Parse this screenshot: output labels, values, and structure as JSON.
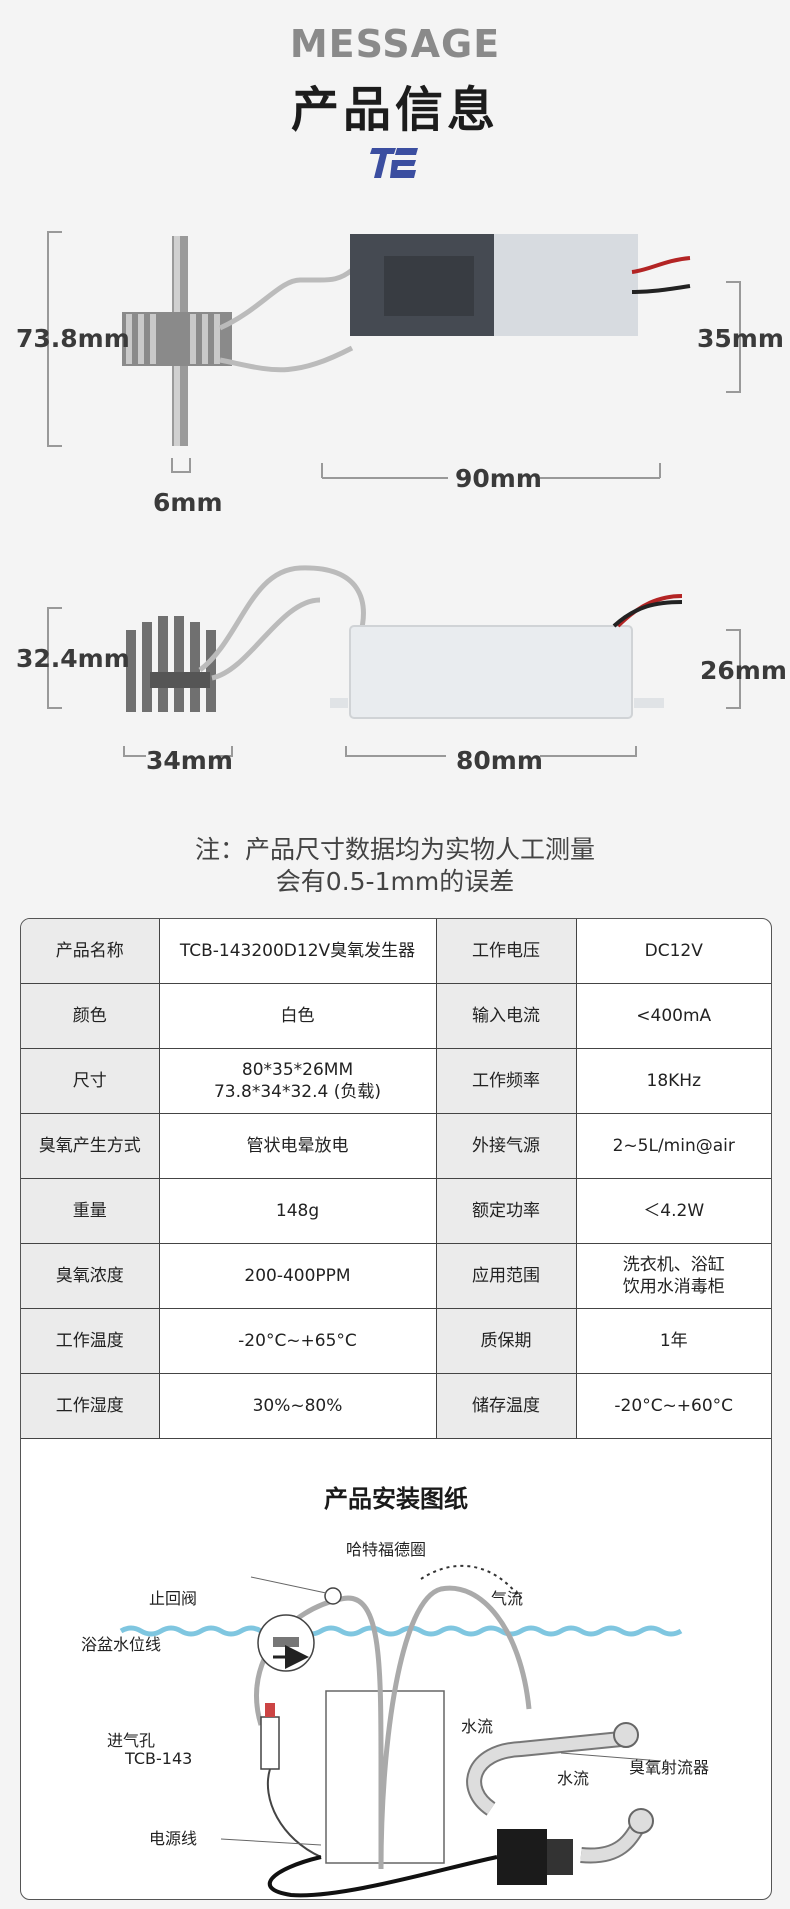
{
  "header": {
    "eyebrow": "MESSAGE",
    "title": "产品信息"
  },
  "dimensions": {
    "top_height_left": "73.8mm",
    "top_height_right": "35mm",
    "top_width_tube": "6mm",
    "top_width_box": "90mm",
    "side_height_left": "32.4mm",
    "side_height_right": "26mm",
    "side_width_sink": "34mm",
    "side_width_box": "80mm"
  },
  "note": {
    "line1": "注：产品尺寸数据均为实物人工测量",
    "line2": "会有0.5-1mm的误差"
  },
  "specs": [
    {
      "k1": "产品名称",
      "v1": "TCB-143200D12V臭氧发生器",
      "k2": "工作电压",
      "v2": "DC12V"
    },
    {
      "k1": "颜色",
      "v1": "白色",
      "k2": "输入电流",
      "v2": "<400mA"
    },
    {
      "k1": "尺寸",
      "v1": "80*35*26MM",
      "v1b": "73.8*34*32.4 (负载)",
      "k2": "工作频率",
      "v2": "18KHz"
    },
    {
      "k1": "臭氧产生方式",
      "v1": "管状电晕放电",
      "k2": "外接气源",
      "v2": "2~5L/min@air"
    },
    {
      "k1": "重量",
      "v1": "148g",
      "k2": "额定功率",
      "v2": "＜4.2W"
    },
    {
      "k1": "臭氧浓度",
      "v1": "200-400PPM",
      "k2": "应用范围",
      "v2": "洗衣机、浴缸",
      "v2b": "饮用水消毒柜"
    },
    {
      "k1": "工作温度",
      "v1": "-20°C~+65°C",
      "k2": "质保期",
      "v2": "1年"
    },
    {
      "k1": "工作湿度",
      "v1": "30%~80%",
      "k2": "储存温度",
      "v2": "-20°C~+60°C"
    }
  ],
  "install": {
    "title": "产品安装图纸",
    "subtitle": "哈特福德圈",
    "labels": {
      "check_valve": "止回阀",
      "airflow": "气流",
      "water_level": "浴盆水位线",
      "water_flow_1": "水流",
      "air_inlet": "进气孔",
      "model": "TCB-143",
      "ozone_injector": "臭氧射流器",
      "water_flow_2": "水流",
      "power_cord": "电源线"
    }
  },
  "colors": {
    "brand_blue": "#3b4ea0",
    "water_line": "#7fc6e0"
  }
}
